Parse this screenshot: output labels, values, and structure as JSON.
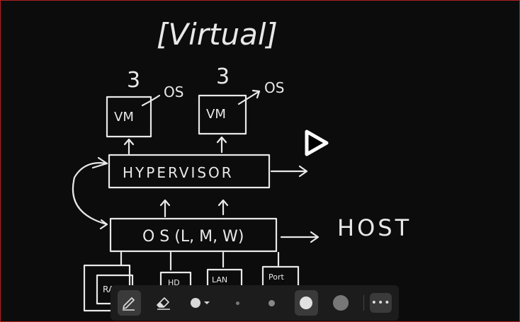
{
  "title": "[Virtual]",
  "vm_left": {
    "count": "3",
    "label": "VM",
    "os": "OS"
  },
  "vm_right": {
    "count": "3",
    "label": "VM",
    "os": "OS"
  },
  "hypervisor": "HYPERVISOR",
  "os_box": "O S (L, M, W)",
  "host": "HOST",
  "hardware": [
    "RAM",
    "HD",
    "LAN",
    "Port"
  ],
  "toolbar": {
    "tools": [
      "pen-icon",
      "eraser-icon",
      "color-dropdown",
      "size-xs",
      "size-s",
      "size-m",
      "size-l",
      "more-icon"
    ],
    "more_label": "•••"
  }
}
